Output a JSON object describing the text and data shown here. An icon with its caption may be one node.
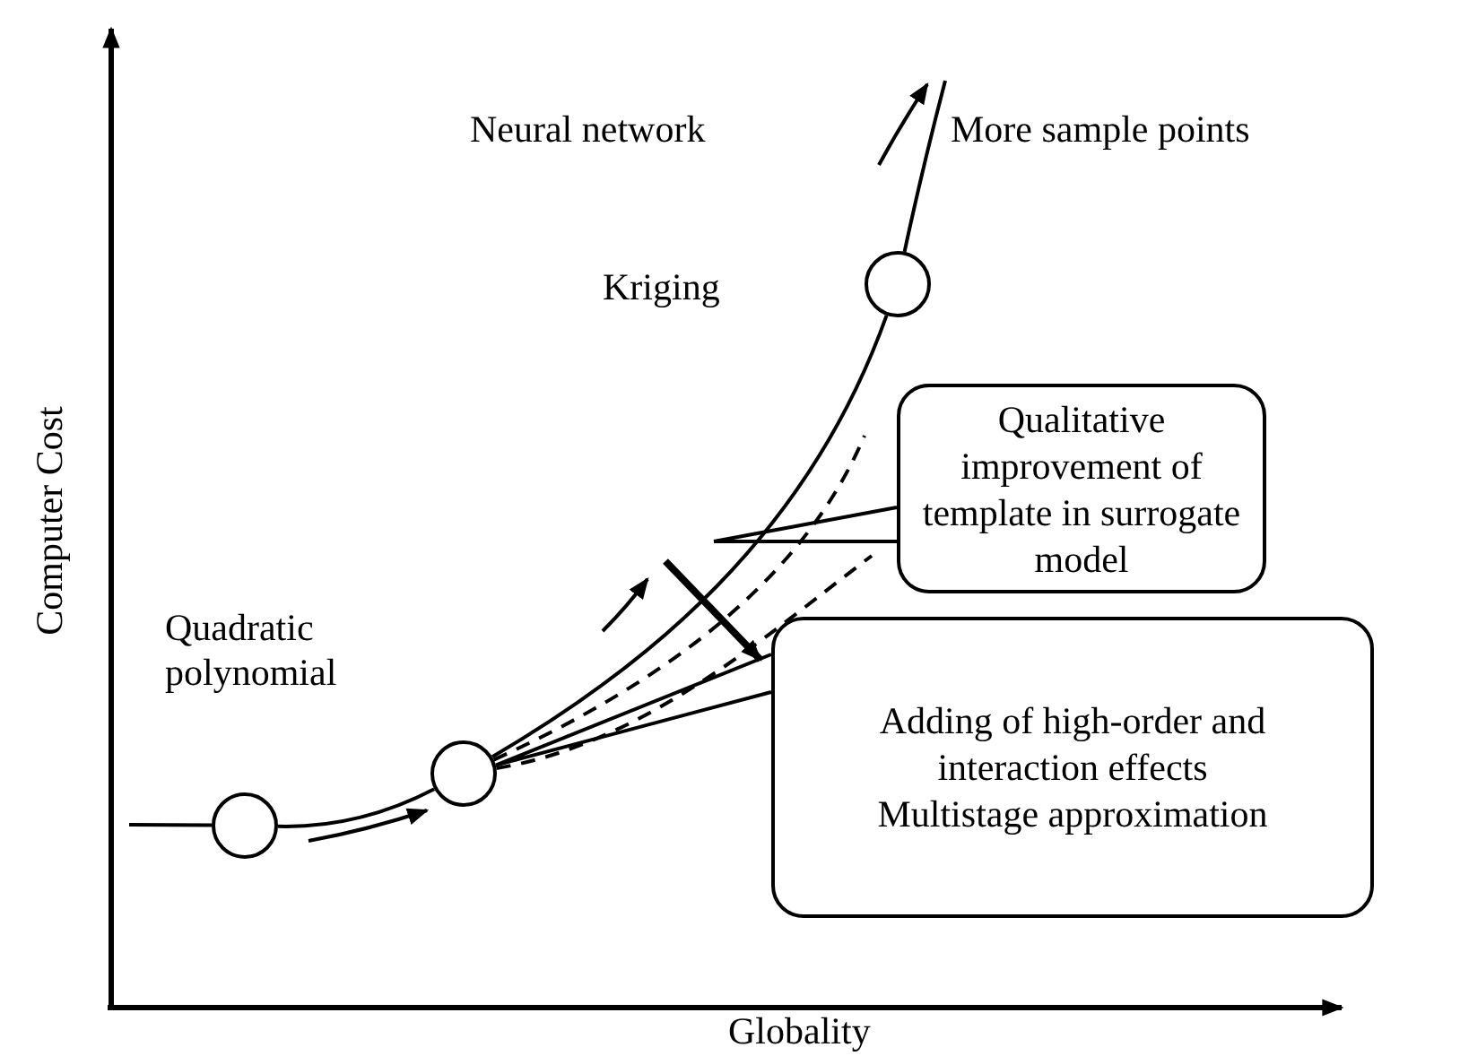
{
  "diagram": {
    "nodes": [
      {
        "text": [],
        "shape": "circle"
      },
      {
        "text": [],
        "shape": "circle"
      },
      {
        "text": [],
        "shape": "circle"
      },
      {
        "text": [
          "Qualitative improvement of template in surrogate model"
        ]
      },
      {
        "text": [
          "Adding of high-order and interaction effects",
          "Multistage approximation"
        ]
      }
    ],
    "edges": [
      {
        "from": null,
        "to": 0,
        "arrow": "none"
      },
      {
        "from": 0,
        "to": 1,
        "arrow": "none"
      },
      {
        "from": 1,
        "to": 2,
        "arrow": "none"
      },
      {
        "from": 2,
        "to": null,
        "arrow": "none"
      },
      {
        "from": 1,
        "to": null,
        "arrow": "none",
        "style": "dashed"
      },
      {
        "from": 1,
        "to": null,
        "arrow": "none",
        "style": "dashed"
      },
      {
        "from": 3,
        "to": null,
        "arrow": "none"
      },
      {
        "from": 4,
        "to": 1,
        "arrow": "none"
      }
    ],
    "labels": [
      "Neural network",
      "More sample points",
      "Kriging",
      "Quadratic polynomial",
      "Computer Cost",
      "Globality"
    ]
  }
}
